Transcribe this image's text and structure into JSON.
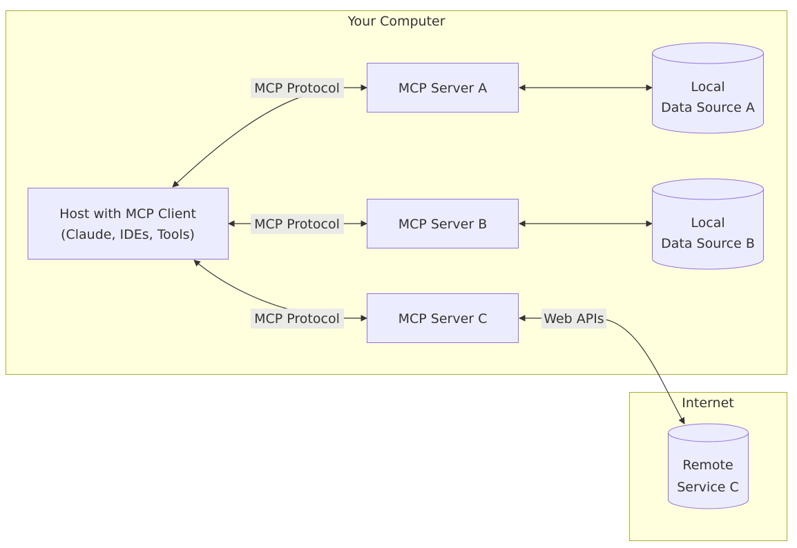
{
  "clusters": {
    "computer": {
      "title": "Your Computer"
    },
    "internet": {
      "title": "Internet"
    }
  },
  "nodes": {
    "host": {
      "line1": "Host with MCP Client",
      "line2": "(Claude, IDEs, Tools)"
    },
    "server_a": {
      "label": "MCP Server A"
    },
    "server_b": {
      "label": "MCP Server B"
    },
    "server_c": {
      "label": "MCP Server C"
    },
    "data_a": {
      "line1": "Local",
      "line2": "Data Source A"
    },
    "data_b": {
      "line1": "Local",
      "line2": "Data Source B"
    },
    "remote_c": {
      "line1": "Remote",
      "line2": "Service C"
    }
  },
  "edges": {
    "host_a": {
      "label": "MCP Protocol"
    },
    "host_b": {
      "label": "MCP Protocol"
    },
    "host_c": {
      "label": "MCP Protocol"
    },
    "c_remote": {
      "label": "Web APIs"
    }
  },
  "colors": {
    "cluster_fill": "#ffffde",
    "cluster_stroke": "#aaaa33",
    "node_fill": "#ececff",
    "node_stroke": "#9370db",
    "edge": "#333333",
    "edge_label_bg": "#e8e8e8"
  }
}
